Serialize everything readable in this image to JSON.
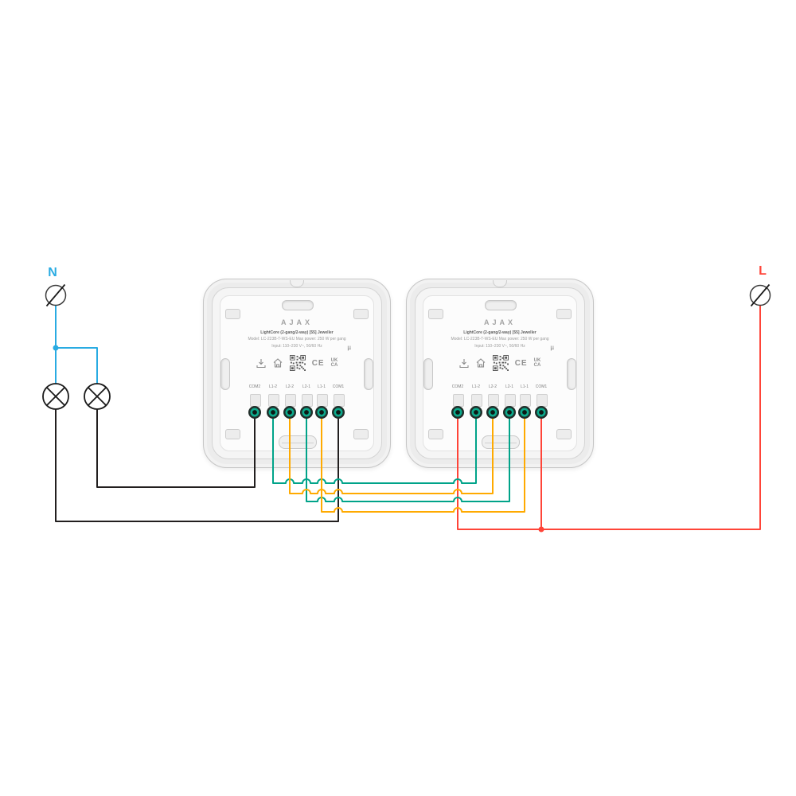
{
  "diagram": {
    "neutral_label": "N",
    "line_label": "L",
    "colors": {
      "neutral": "#29abe2",
      "line": "#ff4438",
      "load": "#221f1f",
      "traveler_a": "#00a389",
      "traveler_b": "#ffaa00",
      "terminal_ring": "#0ca98b",
      "lamp_outline": "#1a1a1a",
      "symbol_outline": "#3d3d3d"
    },
    "devices": [
      {
        "brand": "AJAX",
        "name": "LightCore (2-gang/2-way) [55] Jeweller",
        "specs": [
          "Model: LC-223B-T-WS-EU   Max power: 250 W per gang",
          "Input: 110–230 V~, 50/60 Hz"
        ],
        "mu": "µ",
        "ce": "CE",
        "ukca_top": "UK",
        "ukca_bottom": "CA",
        "terminals": [
          "COM2",
          "L1-2",
          "L2-2",
          "L2-1",
          "L1-1",
          "COM1"
        ]
      },
      {
        "brand": "AJAX",
        "name": "LightCore (2-gang/2-way) [55] Jeweller",
        "specs": [
          "Model: LC-223B-T-WS-EU   Max power: 250 W per gang",
          "Input: 110–230 V~, 50/60 Hz"
        ],
        "mu": "µ",
        "ce": "CE",
        "ukca_top": "UK",
        "ukca_bottom": "CA",
        "terminals": [
          "COM2",
          "L1-2",
          "L2-2",
          "L2-1",
          "L1-1",
          "COM1"
        ]
      }
    ]
  }
}
